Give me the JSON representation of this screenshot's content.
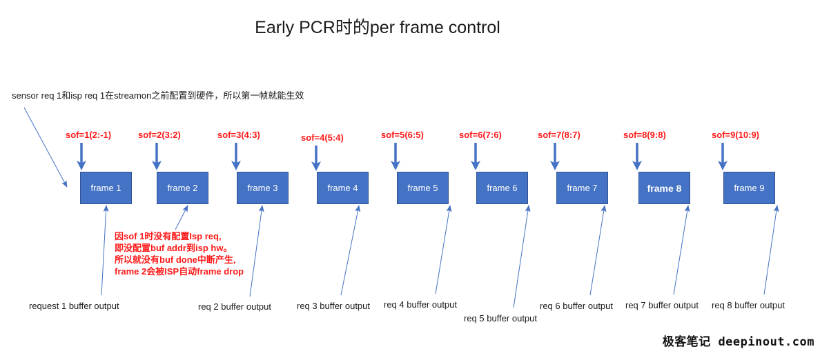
{
  "title": "Early PCR时的per frame control",
  "note": "sensor req 1和isp req 1在streamon之前配置到硬件，所以第一帧就能生效",
  "sof_labels": [
    "sof=1(2:-1)",
    "sof=2(3:2)",
    "sof=3(4:3)",
    "sof=4(5:4)",
    "sof=5(6:5)",
    "sof=6(7:6)",
    "sof=7(8:7)",
    "sof=8(9:8)",
    "sof=9(10:9)"
  ],
  "frames": [
    "frame 1",
    "frame 2",
    "frame 3",
    "frame 4",
    "frame 5",
    "frame 6",
    "frame 7",
    "frame 8",
    "frame 9"
  ],
  "outputs": [
    "request 1 buffer output",
    "req 2 buffer output",
    "req 3 buffer output",
    "req 4 buffer output",
    "req 5 buffer output",
    "req 6 buffer output",
    "req 7 buffer output",
    "req 8 buffer output"
  ],
  "callout": [
    "因sof 1时没有配置Isp req,",
    "即没配置buf addr到isp hw。",
    "所以就没有buf done中断产生,",
    "frame 2会被ISP自动frame drop"
  ],
  "watermark": "极客笔记 deepinout.com",
  "colors": {
    "frame_fill": "#4472c4",
    "sof_text": "#ff1a1a",
    "thin_arrow": "#4472c4"
  }
}
